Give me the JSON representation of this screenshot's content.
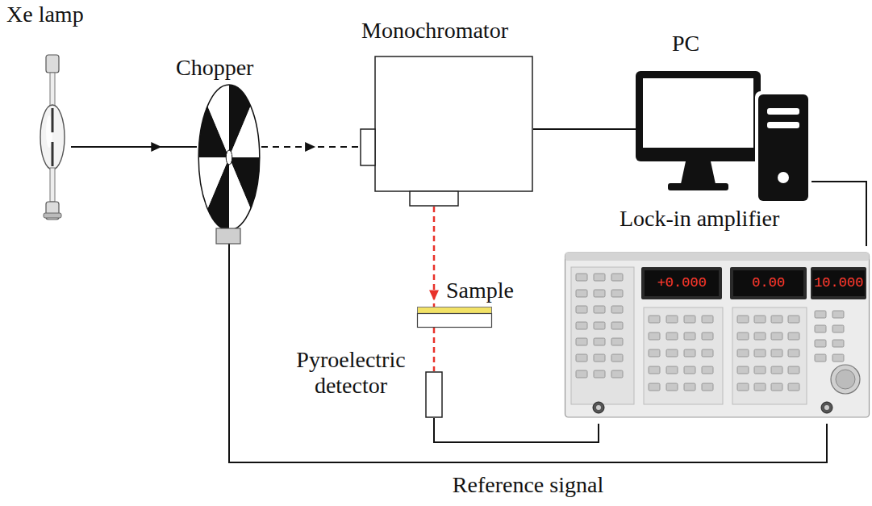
{
  "diagram": {
    "nodes": [
      {
        "text": [
          "Xe lamp"
        ]
      },
      {
        "text": [
          "Chopper"
        ]
      },
      {
        "text": [
          "Monochromator"
        ]
      },
      {
        "text": [
          "PC"
        ]
      },
      {
        "text": [
          "Sample"
        ]
      },
      {
        "text": [
          "Pyroelectric detector"
        ]
      },
      {
        "text": [
          "Lock-in amplifier"
        ]
      }
    ],
    "edges": [
      {
        "from": 0,
        "to": 1,
        "arrow": "to"
      },
      {
        "from": 1,
        "to": 2,
        "arrow": "to"
      },
      {
        "from": 2,
        "to": 4,
        "arrow": "to"
      },
      {
        "from": 4,
        "to": 5,
        "arrow": "none"
      },
      {
        "from": 5,
        "to": 6,
        "arrow": "none"
      },
      {
        "from": 1,
        "to": 6,
        "label": "Reference signal",
        "arrow": "none"
      },
      {
        "from": 2,
        "to": 3,
        "arrow": "none"
      },
      {
        "from": 3,
        "to": 6,
        "arrow": "none"
      }
    ],
    "labels": [
      "+0.000",
      "0.00",
      "10.000"
    ]
  }
}
